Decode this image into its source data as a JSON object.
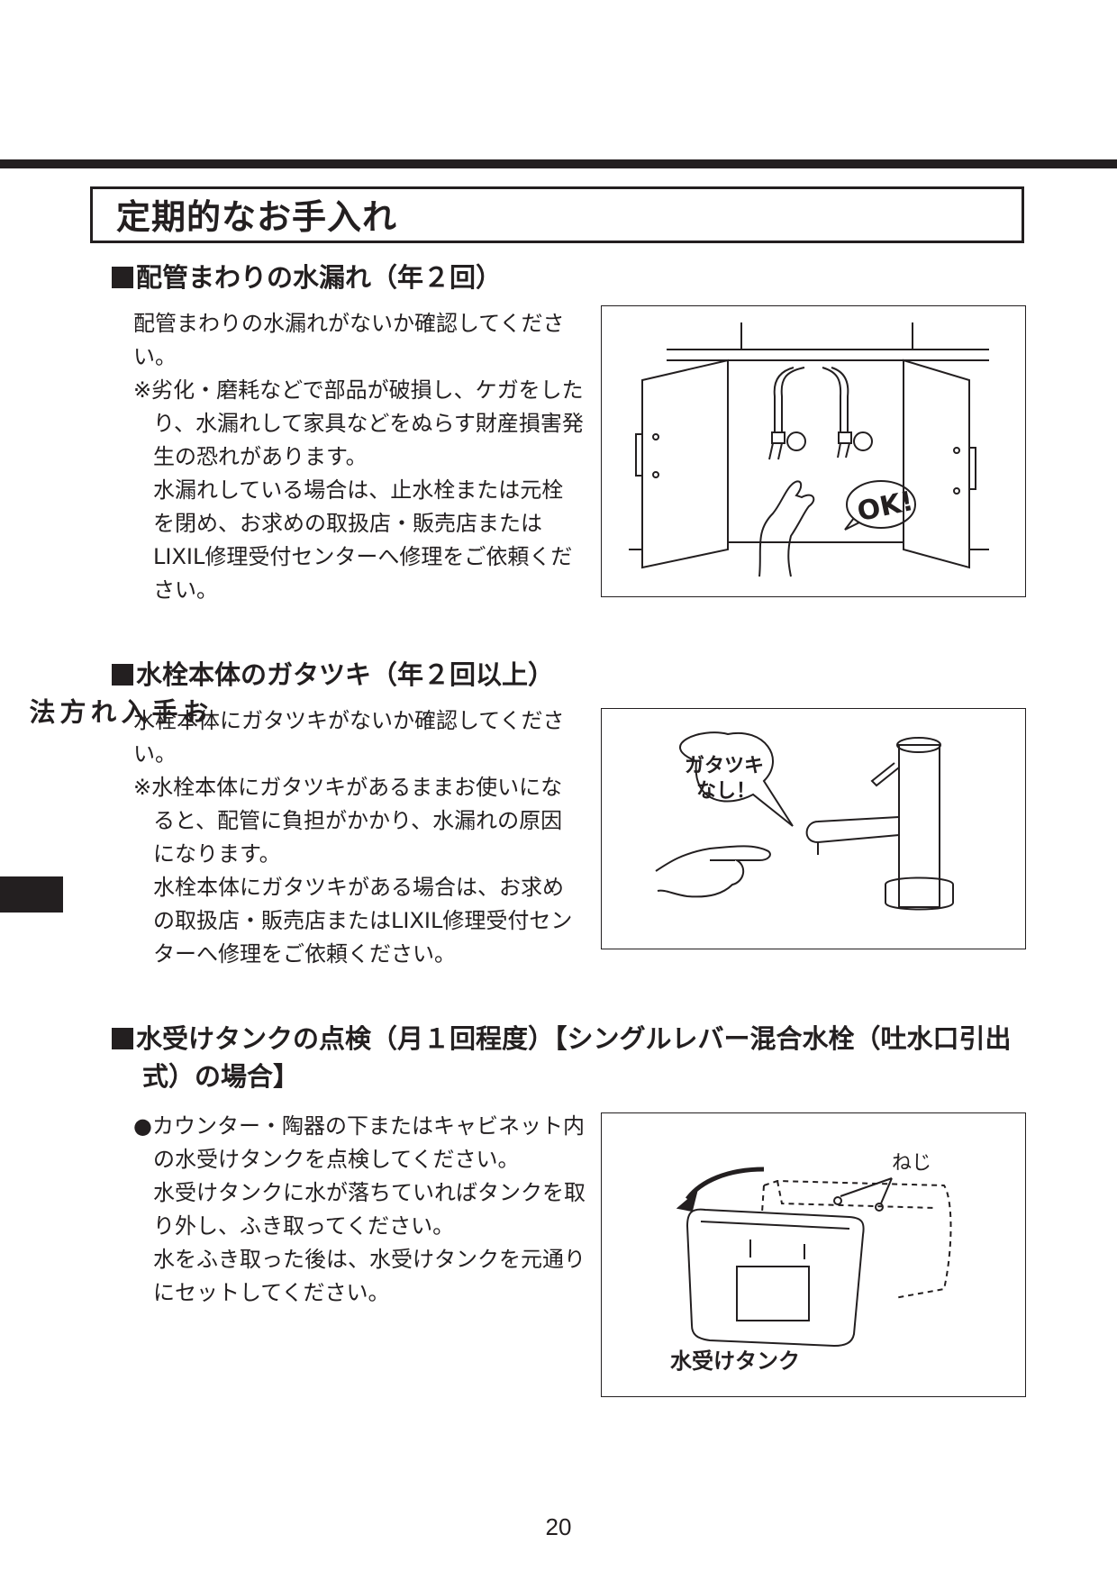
{
  "page": {
    "title": "定期的なお手入れ",
    "side_tab": "お手入れ方法",
    "page_number": "20"
  },
  "sections": [
    {
      "heading": "配管まわりの水漏れ（年２回）",
      "lead": "配管まわりの水漏れがないか確認してください。",
      "note": "※劣化・磨耗などで部品が破損し、ケガをしたり、水漏れして家具などをぬらす財産損害発生の恐れがあります。",
      "note_cont": "水漏れしている場合は、止水栓または元栓を閉め、お求めの取扱店・販売店またはLIXIL修理受付センターへ修理をご依頼ください。",
      "figure": {
        "speech": "OK!"
      }
    },
    {
      "heading": "水栓本体のガタツキ（年２回以上）",
      "lead": "水栓本体にガタツキがないか確認してください。",
      "note": "※水栓本体にガタツキがあるままお使いになると、配管に負担がかかり、水漏れの原因になります。",
      "note_cont": "水栓本体にガタツキがある場合は、お求めの取扱店・販売店またはLIXIL修理受付センターへ修理をご依頼ください。",
      "figure": {
        "speech_line1": "ガタツキ",
        "speech_line2": "なし！"
      }
    },
    {
      "heading_line1": "水受けタンクの点検（月１回程度）【シングルレバー混合水栓（吐水口引出",
      "heading_line2": "式）の場合】",
      "bullet": "●カウンター・陶器の下またはキャビネット内の水受けタンクを点検してください。",
      "cont1": "水受けタンクに水が落ちていればタンクを取り外し、ふき取ってください。",
      "cont2": "水をふき取った後は、水受けタンクを元通りにセットしてください。",
      "figure": {
        "screw_label": "ねじ",
        "tank_label": "水受けタンク"
      }
    }
  ]
}
